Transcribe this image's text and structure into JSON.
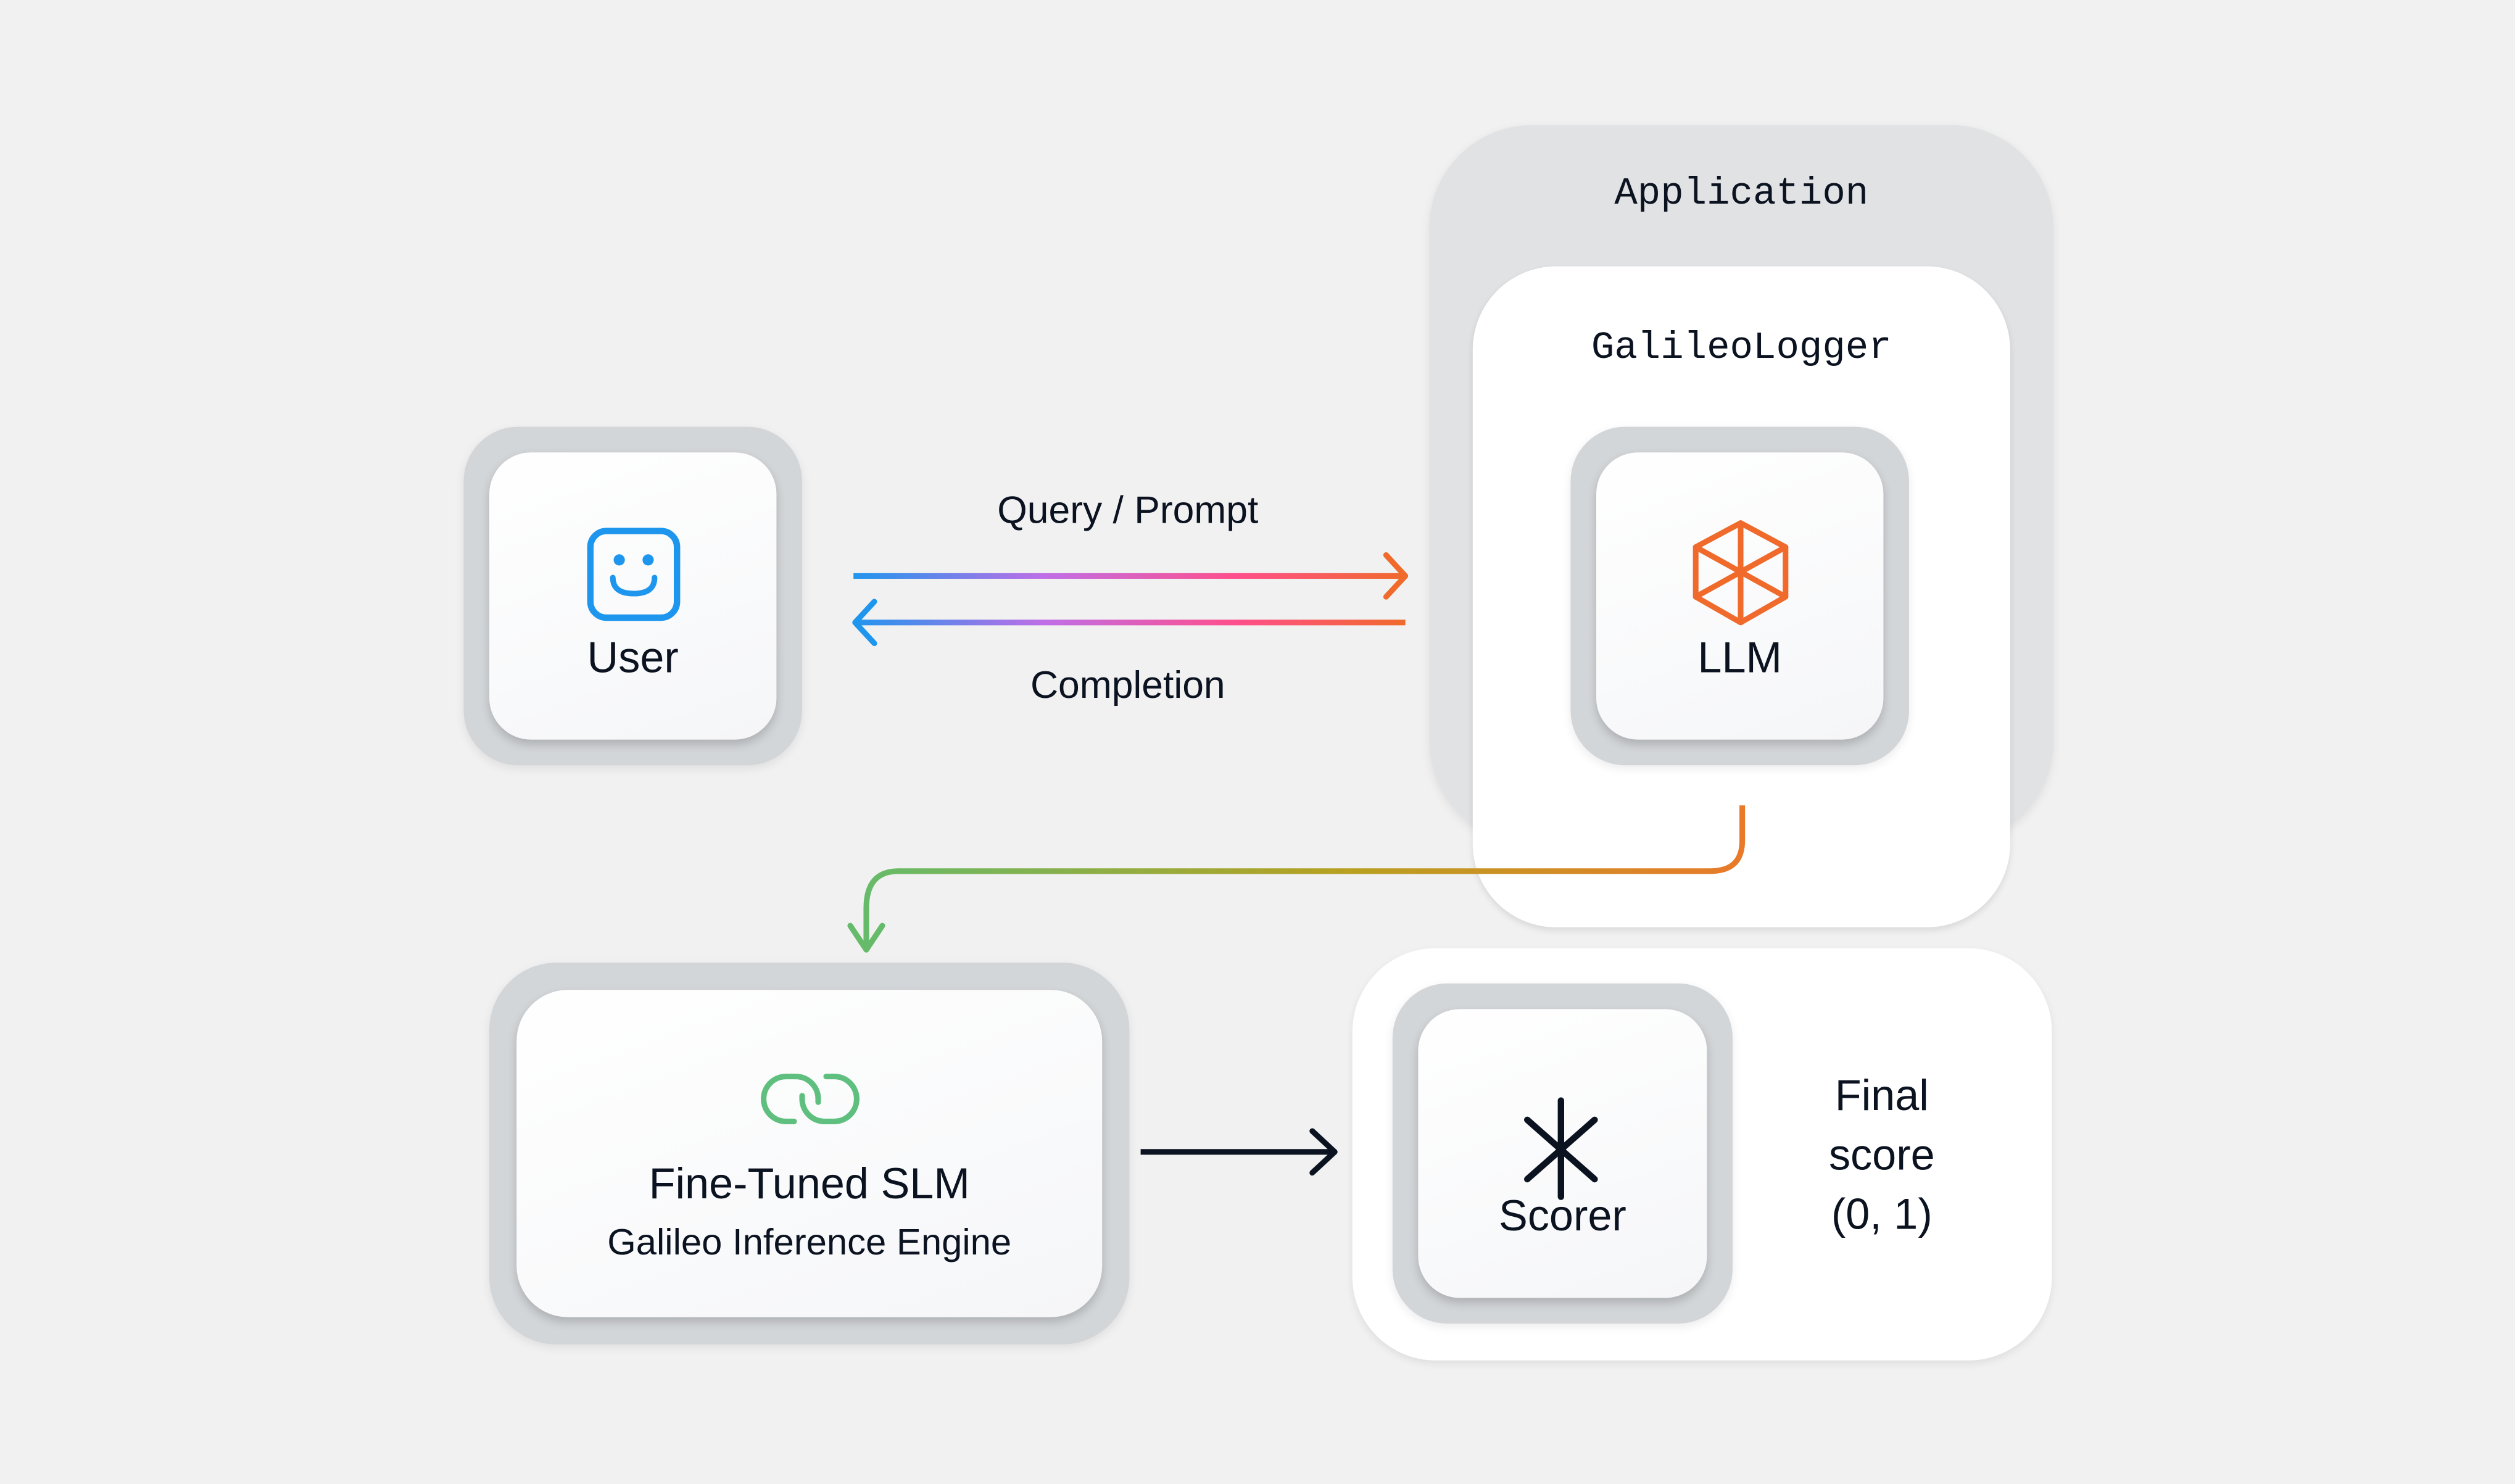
{
  "diagram": {
    "user": {
      "label": "User",
      "icon": "smiley-face-icon",
      "icon_color": "#1f96ee"
    },
    "arrows": {
      "query_label": "Query / Prompt",
      "completion_label": "Completion",
      "gradient_colors": [
        "#1f96ee",
        "#c06ee6",
        "#ff4f8a",
        "#f06a2c"
      ],
      "log_flow_colors": [
        "#66bb6a",
        "#e87a2a"
      ],
      "score_arrow_color": "#0b1220"
    },
    "application": {
      "title": "Application",
      "logger": {
        "title": "GalileoLogger",
        "llm": {
          "label": "LLM",
          "icon": "hexagon-cube-icon",
          "icon_color": "#f06a2c"
        }
      }
    },
    "slm": {
      "title": "Fine-Tuned SLM",
      "subtitle": "Galileo Inference Engine",
      "icon": "link-loop-icon",
      "icon_color": "#5fbf7f"
    },
    "scorer": {
      "label": "Scorer",
      "icon": "asterisk-icon",
      "result_lines": [
        "Final",
        "score",
        "(0, 1)"
      ]
    }
  }
}
